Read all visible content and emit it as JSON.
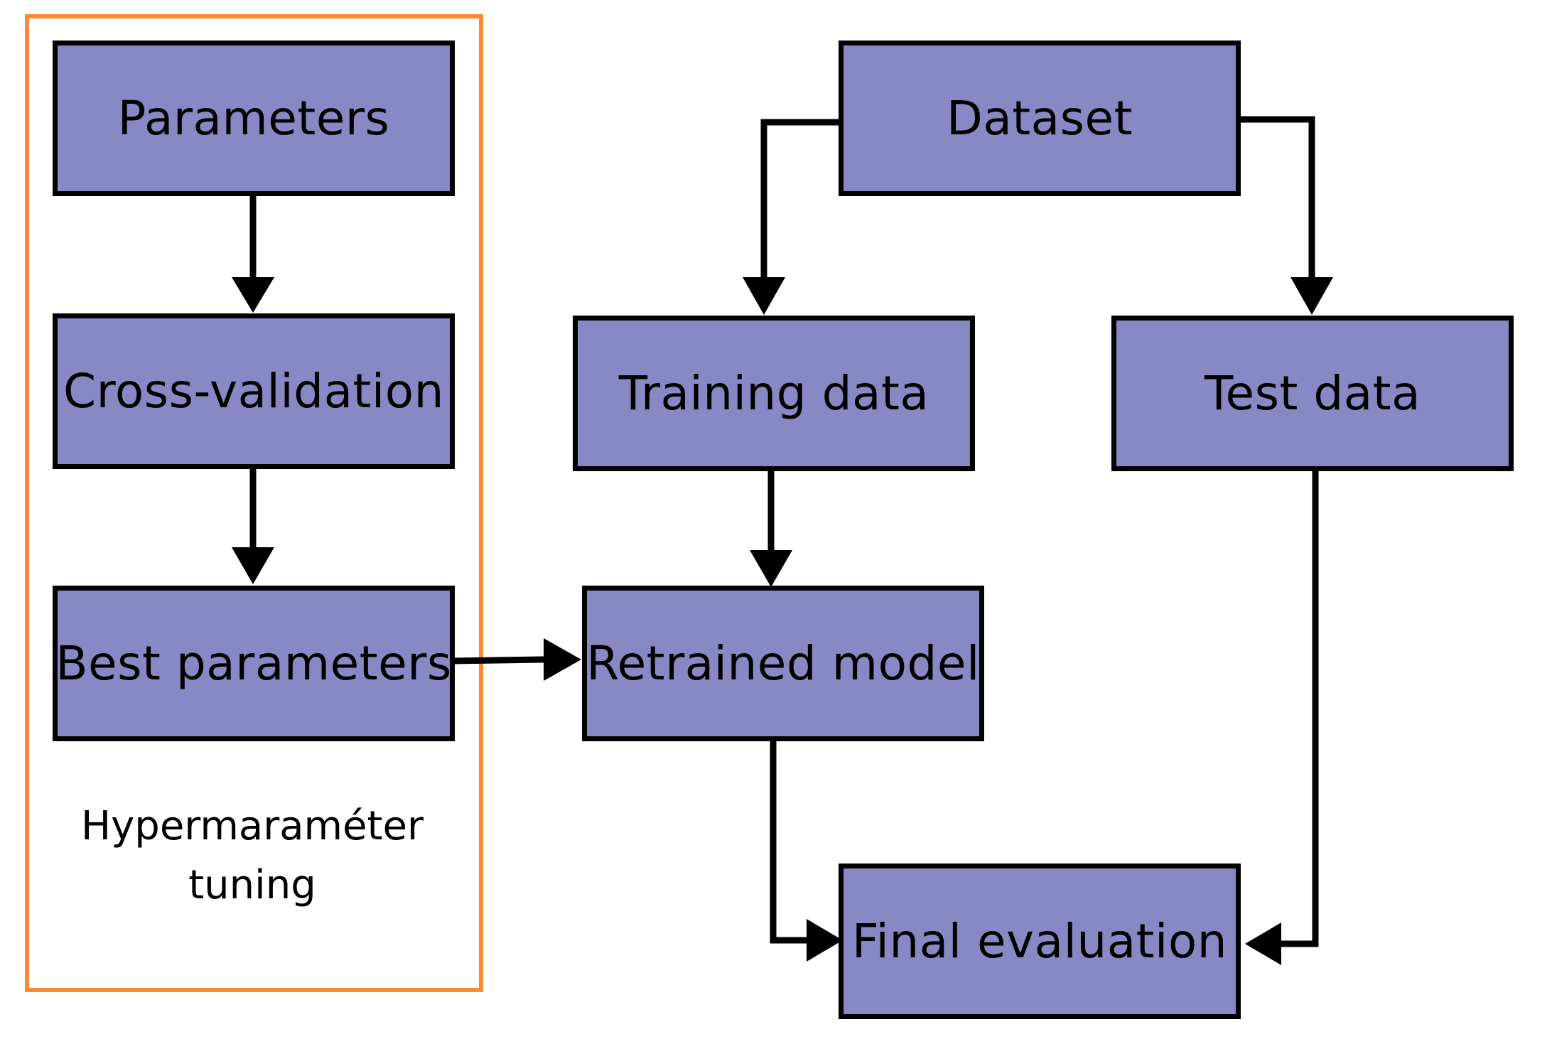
{
  "colors": {
    "node_fill": "#8888c4",
    "node_border": "#000000",
    "edge": "#000000",
    "group_border": "#ff8833",
    "background": "#ffffff"
  },
  "group": {
    "caption": "Hypermaraméter\ntuning"
  },
  "nodes": {
    "parameters": "Parameters",
    "cross_validation": "Cross-validation",
    "best_parameters": "Best parameters",
    "dataset": "Dataset",
    "training_data": "Training data",
    "test_data": "Test data",
    "retrained_model": "Retrained model",
    "final_evaluation": "Final evaluation"
  },
  "edges": [
    {
      "from": "parameters",
      "to": "cross_validation"
    },
    {
      "from": "cross_validation",
      "to": "best_parameters"
    },
    {
      "from": "best_parameters",
      "to": "retrained_model"
    },
    {
      "from": "dataset",
      "to": "training_data"
    },
    {
      "from": "dataset",
      "to": "test_data"
    },
    {
      "from": "training_data",
      "to": "retrained_model"
    },
    {
      "from": "retrained_model",
      "to": "final_evaluation"
    },
    {
      "from": "test_data",
      "to": "final_evaluation"
    }
  ]
}
